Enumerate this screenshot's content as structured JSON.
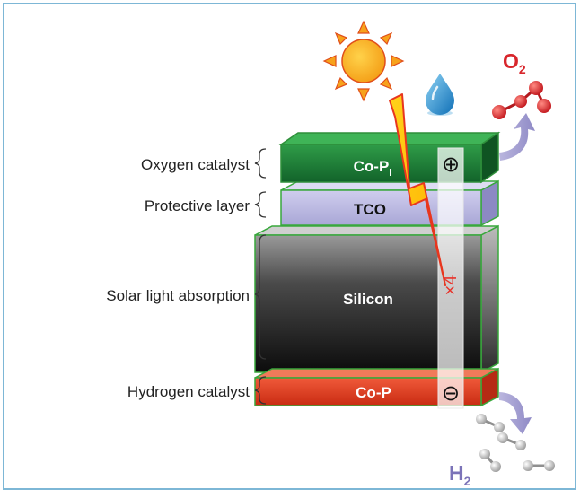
{
  "labels": {
    "oxygen_catalyst": "Oxygen catalyst",
    "protective_layer": "Protective layer",
    "solar_absorption": "Solar light absorption",
    "hydrogen_catalyst": "Hydrogen catalyst"
  },
  "layers": {
    "co_pi_base": "Co-P",
    "co_pi_sub": "i",
    "tco": "TCO",
    "silicon": "Silicon",
    "co_p": "Co-P"
  },
  "symbols": {
    "plus": "⊕",
    "minus": "⊖",
    "times4": "×4"
  },
  "products": {
    "o2_base": "O",
    "o2_sub": "2",
    "h2_base": "H",
    "h2_sub": "2"
  },
  "colors": {
    "frame": "#7db7d6",
    "co_pi": "#1e7a33",
    "tco": "#b9b8de",
    "silicon": "#2a2a2a",
    "co_p": "#e8462c",
    "o2": "#d8262c",
    "h2": "#7b73b8",
    "sun": "#f7a21b"
  }
}
